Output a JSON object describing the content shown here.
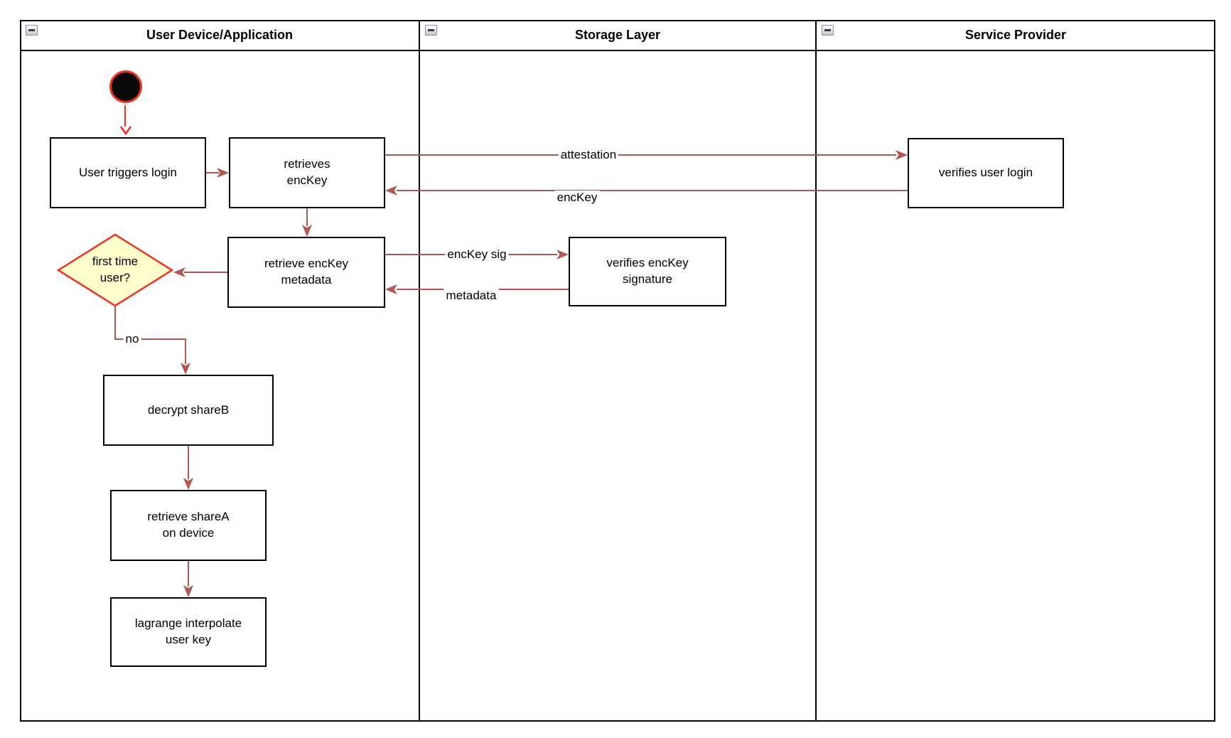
{
  "diagram": {
    "lanes": [
      {
        "title": "User Device/Application"
      },
      {
        "title": "Storage Layer"
      },
      {
        "title": "Service Provider"
      }
    ],
    "nodes": {
      "user_triggers_login": "User triggers login",
      "retrieves_enckey": "retrieves\nencKey",
      "verifies_user_login": "verifies user login",
      "retrieve_enckey_metadata": "retrieve encKey\nmetadata",
      "verifies_enckey_signature": "verifies encKey\nsignature",
      "first_time_user": "first time\nuser?",
      "decrypt_shareb": "decrypt shareB",
      "retrieve_sharea": "retrieve shareA\non device",
      "lagrange_interpolate": "lagrange interpolate\nuser key"
    },
    "edge_labels": {
      "attestation": "attestation",
      "enckey": "encKey",
      "enckey_sig": "encKey sig",
      "metadata": "metadata",
      "no": "no"
    },
    "icons": {
      "lane_collapse": "minus-icon"
    },
    "colors": {
      "edge_brick": "#b25750",
      "accent_red": "#f7301f",
      "decision_fill": "#ffffcc",
      "shape_border": "#000000",
      "start_fill": "#0a0a0a"
    }
  }
}
